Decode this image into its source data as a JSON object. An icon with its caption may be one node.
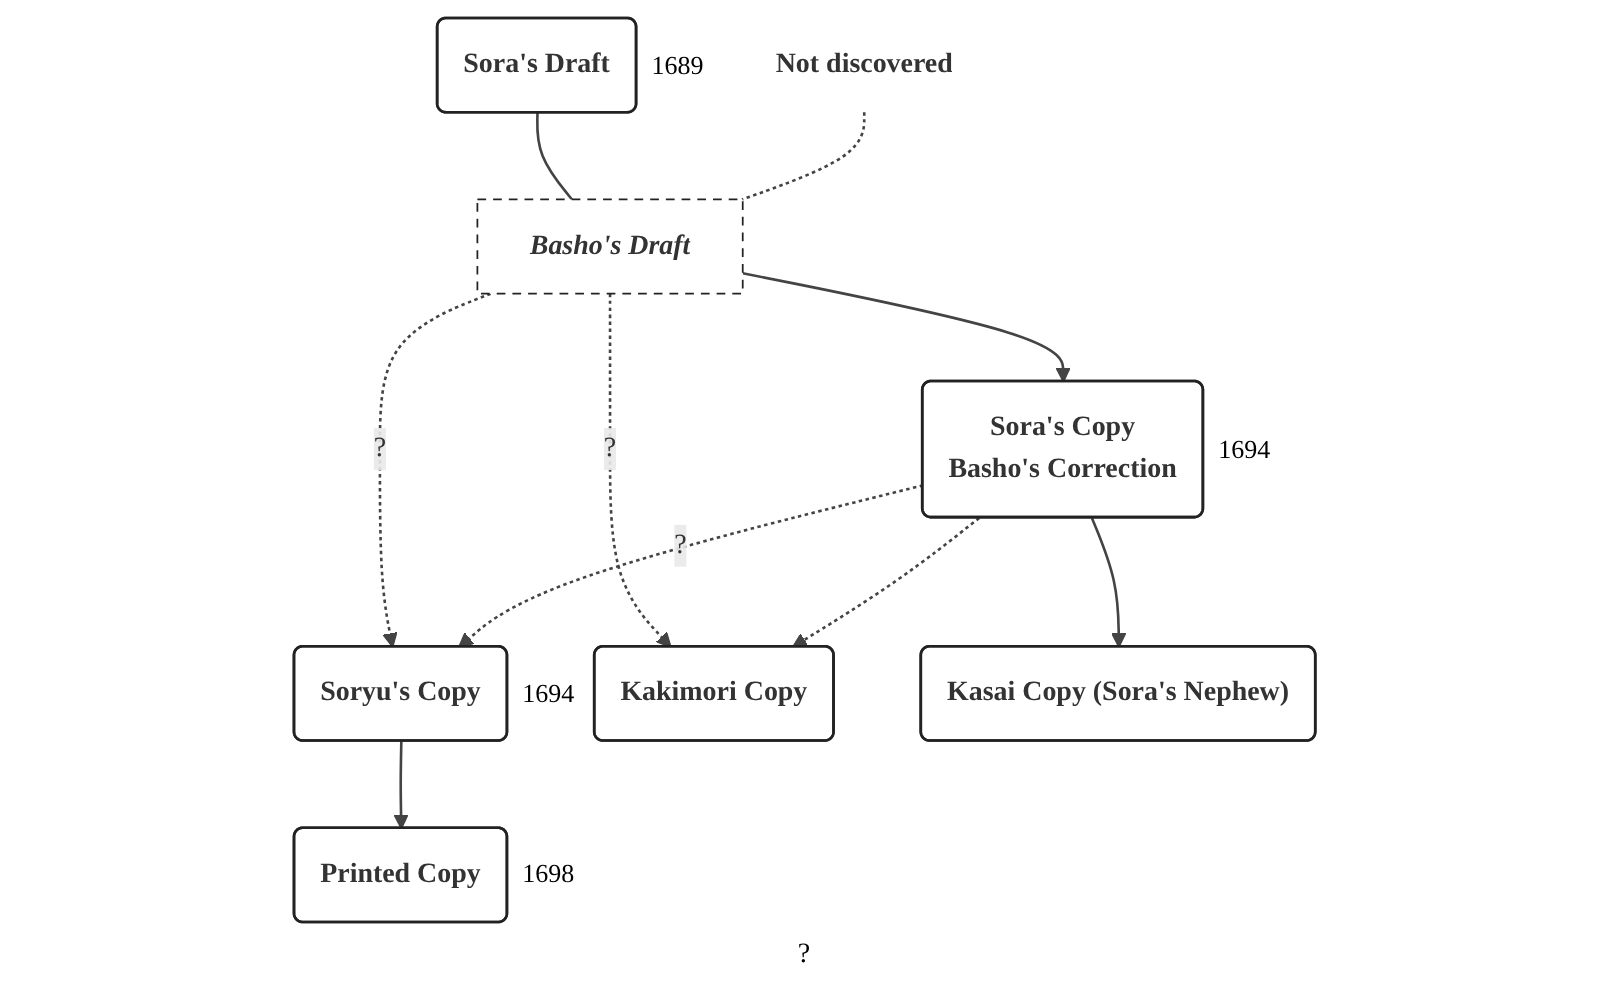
{
  "diagram": {
    "nodes": [
      {
        "text": [
          "Sora's Draft"
        ],
        "beside": [
          "1689"
        ]
      },
      {
        "text": [
          "Not discovered"
        ]
      },
      {
        "text": [
          "Basho's Draft"
        ]
      },
      {
        "text": [
          "Soryu's Copy"
        ],
        "beside": [
          "1694"
        ]
      },
      {
        "text": [
          "Sora's Copy",
          "Basho's Correction"
        ],
        "beside": [
          "1694"
        ]
      },
      {
        "text": [
          "Printed Copy"
        ],
        "beside": [
          "1698"
        ]
      },
      {
        "text": [
          "Kakimori Copy"
        ]
      },
      {
        "text": [
          "Kasai Copy (Sora's Nephew)"
        ]
      }
    ],
    "edges": [
      {
        "from": 0,
        "to": 2,
        "arrow": "none"
      },
      {
        "from": 1,
        "to": 2,
        "arrow": "none",
        "style": "dashed"
      },
      {
        "from": 2,
        "to": 3,
        "arrow": "to",
        "style": "dashed",
        "label": "?"
      },
      {
        "from": 2,
        "to": 6,
        "arrow": "to",
        "style": "dashed",
        "label": "?"
      },
      {
        "from": 2,
        "to": 4,
        "arrow": "to"
      },
      {
        "from": 4,
        "to": 3,
        "arrow": "to",
        "style": "dashed",
        "label": "?"
      },
      {
        "from": 3,
        "to": 5,
        "arrow": "to"
      },
      {
        "from": 4,
        "to": 6,
        "arrow": "to",
        "style": "dashed"
      },
      {
        "from": 4,
        "to": 7,
        "arrow": "to"
      }
    ],
    "labels": [
      "?"
    ]
  }
}
